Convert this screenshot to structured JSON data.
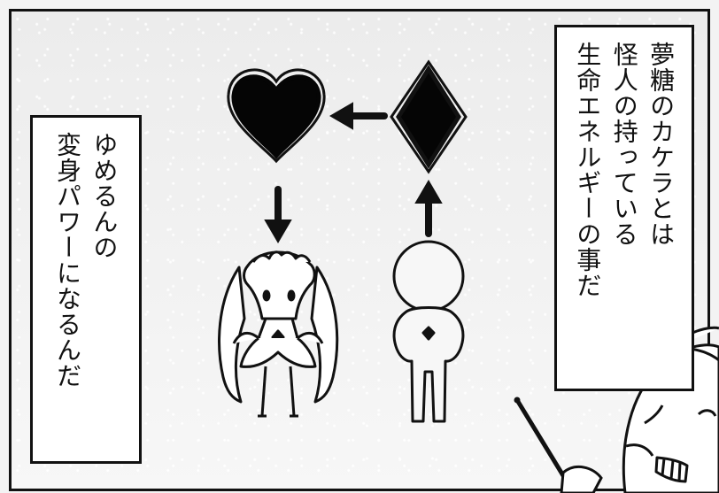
{
  "captions": {
    "right_lines": [
      "夢糖のカケラとは",
      "怪人の持っている",
      "生命エネルギーの事だ"
    ],
    "left_lines": [
      "ゆめるんの",
      "変身パワーになるんだ"
    ]
  },
  "icons": [
    "heart-icon",
    "diamond-icon",
    "arrow-left-icon",
    "arrow-down-icon",
    "arrow-up-icon",
    "magical-girl-figure",
    "monster-figure",
    "mascot-figure",
    "pointer-stick"
  ]
}
